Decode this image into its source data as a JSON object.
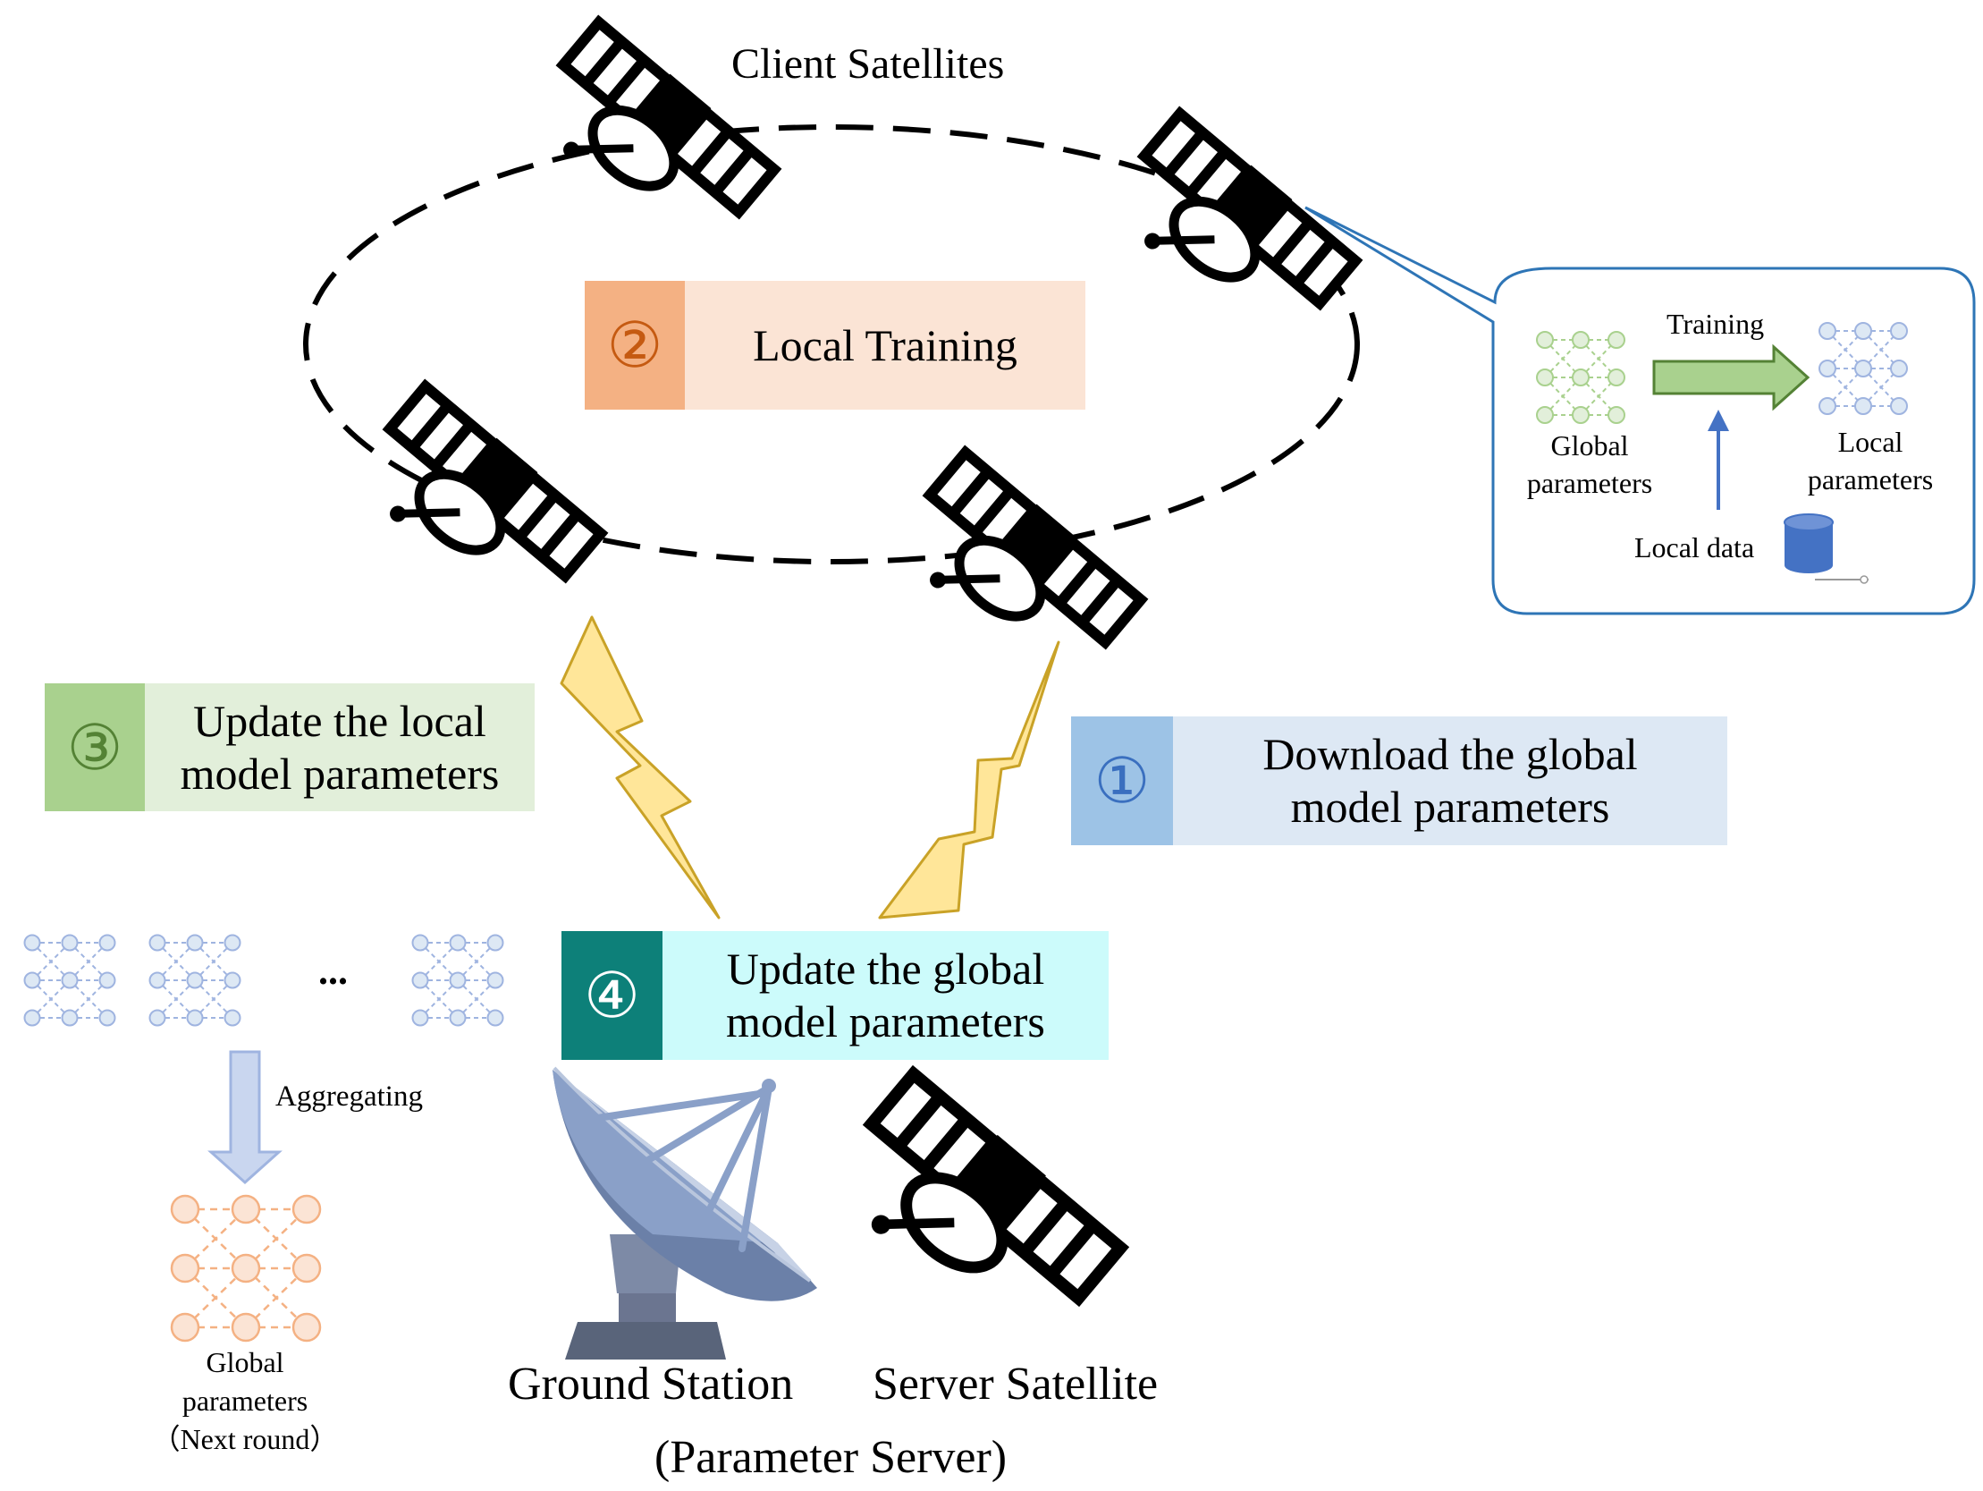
{
  "labels": {
    "client_satellites": "Client Satellites",
    "training": "Training",
    "global_params_line1": "Global",
    "global_params_line2": "parameters",
    "local_params_line1": "Local",
    "local_params_line2": "parameters",
    "local_data": "Local data",
    "aggregating": "Aggregating",
    "ellipsis": "...",
    "next_global_line1": "Global",
    "next_global_line2": "parameters",
    "next_global_line3": "（Next round）",
    "ground_station": "Ground Station",
    "server_satellite": "Server Satellite",
    "parameter_server": "(Parameter Server)"
  },
  "steps": {
    "download": {
      "number": "①",
      "line1": "Download the global",
      "line2": "model parameters",
      "num_bg": "#9dc3e6",
      "text_bg": "#dde8f4",
      "num_color": "#3a6fbf"
    },
    "local_training": {
      "number": "②",
      "line1": "Local Training",
      "num_bg": "#f4b183",
      "text_bg": "#fbe4d5",
      "num_color": "#c55a11"
    },
    "update_local": {
      "number": "③",
      "line1": "Update the local",
      "line2": "model parameters",
      "num_bg": "#a9d18e",
      "text_bg": "#e2efda",
      "num_color": "#548235"
    },
    "update_global": {
      "number": "④",
      "line1": "Update the global",
      "line2": "model parameters",
      "num_bg": "#0d8079",
      "text_bg": "#ccfbfb",
      "num_color": "#ffffff"
    }
  },
  "colors": {
    "orbit": "#000000",
    "callout_border": "#2e75b6",
    "nn_blue": "#9fb4e0",
    "nn_green": "#a9d18e",
    "nn_orange": "#f4b183",
    "lightning_fill": "#ffe699",
    "lightning_stroke": "#c9a227",
    "training_arrow": "#a9d18e",
    "local_data_arrow": "#4472c4",
    "database": "#4472c4",
    "aggregate_arrow": "#c9d6ef",
    "dish": "#8aa0c8",
    "dish_base": "#59647a"
  },
  "icons": [
    "satellite-icon",
    "ground-station-dish-icon",
    "lightning-link-icon",
    "neural-network-icon",
    "database-icon"
  ]
}
